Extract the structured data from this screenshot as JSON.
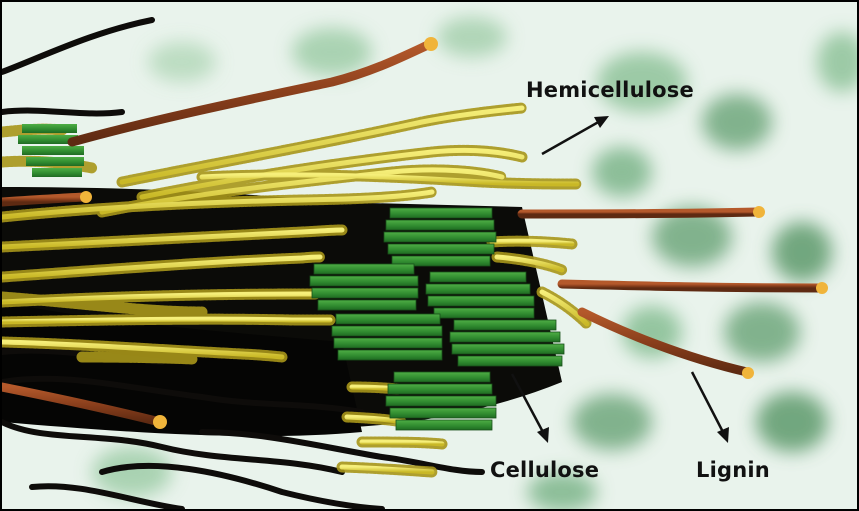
{
  "labels": {
    "hemicellulose": "Hemicellulose",
    "cellulose": "Cellulose",
    "lignin": "Lignin"
  },
  "colors": {
    "background_light": "#e9f3ec",
    "background_blob": "#6fa77d",
    "lignin_fiber": "#8a3f1c",
    "lignin_tip": "#f0b43a",
    "hemicellulose_fiber": "#e6dc4a",
    "cellulose_block": "#2f8a2f",
    "cellulose_end": "#c9e25a",
    "core_shadow": "#0b0b08",
    "arrow": "#111111"
  }
}
